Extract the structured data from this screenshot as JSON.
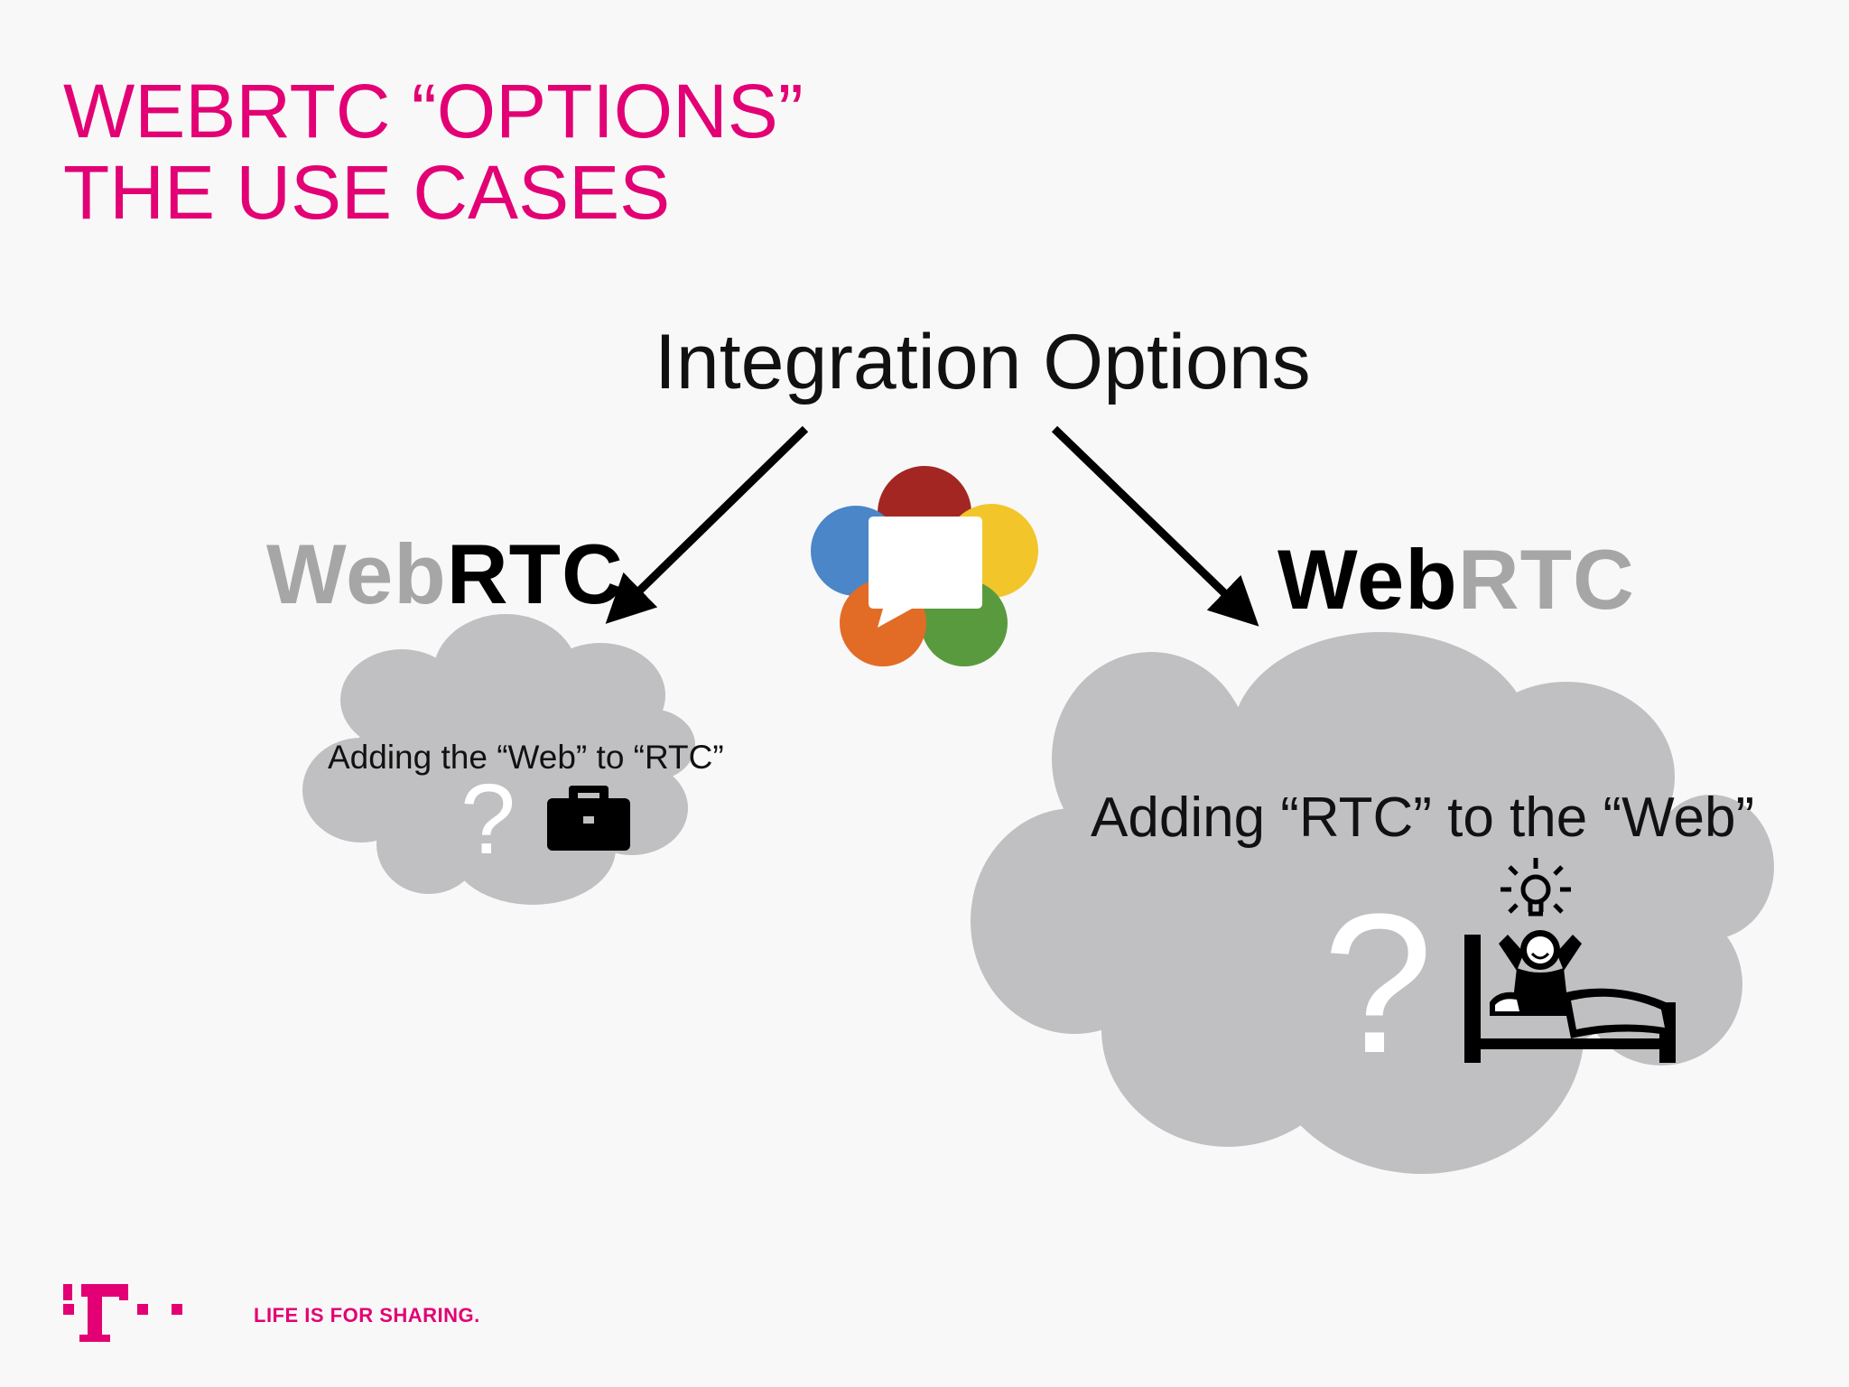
{
  "slide": {
    "title_line1": "WEBRTC “OPTIONS”",
    "title_line2": "THE USE CASES",
    "heading": "Integration Options",
    "left": {
      "brand_web": "Web",
      "brand_rtc": "RTC",
      "cloud_text": "Adding the “Web” to “RTC”",
      "icons": [
        "question-mark-icon",
        "briefcase-icon"
      ]
    },
    "right": {
      "brand_web": "Web",
      "brand_rtc": "RTC",
      "cloud_text": "Adding “RTC” to the “Web”",
      "icons": [
        "question-mark-icon",
        "lightbulb-icon",
        "person-in-bed-icon"
      ]
    },
    "center_icon": "webrtc-logo-icon"
  },
  "footer": {
    "tagline": "LIFE IS FOR SHARING."
  },
  "colors": {
    "magenta": "#e20074",
    "cloud": "#c0bfc1",
    "webrtc_red": "#a42622",
    "webrtc_blue": "#4a86c8",
    "webrtc_yellow": "#f2c62b",
    "webrtc_orange": "#e26c26",
    "webrtc_green": "#5a9a3f"
  }
}
